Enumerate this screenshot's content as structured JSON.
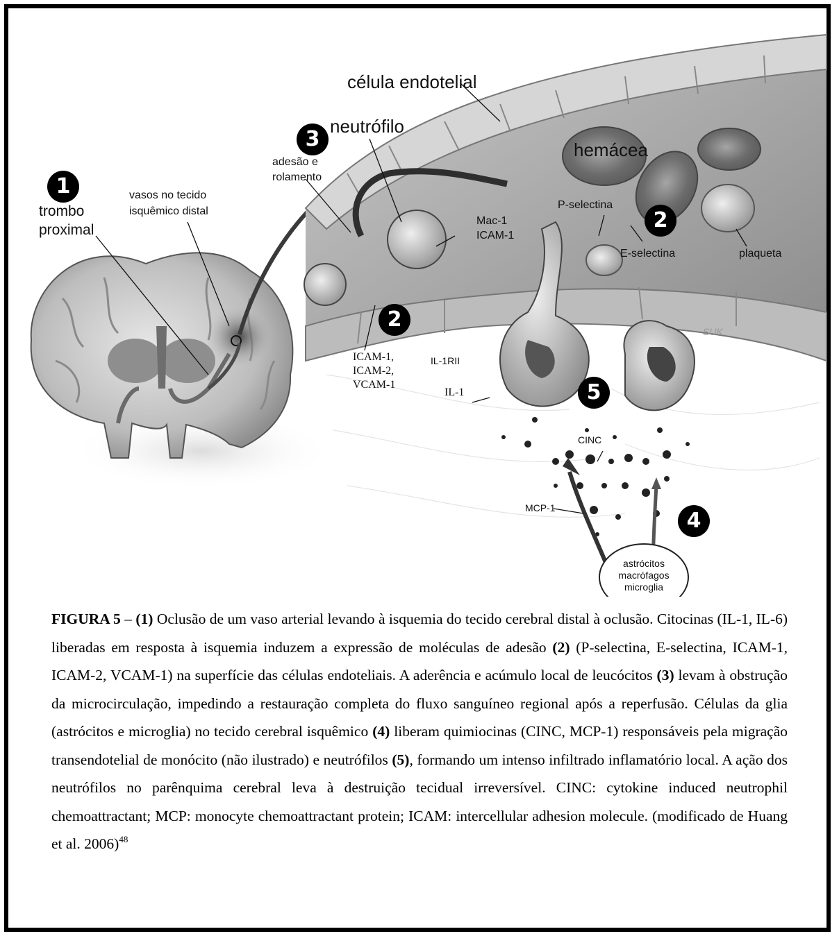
{
  "figure": {
    "labels": {
      "celula_endotelial": "célula endotelial",
      "neutrofilo": "neutrófilo",
      "hemacea": "hemácea",
      "adesao_rolamento_1": "adesão e",
      "adesao_rolamento_2": "rolamento",
      "trombo_1": "trombo",
      "trombo_2": "proximal",
      "vasos_1": "vasos no tecido",
      "vasos_2": "isquêmico distal",
      "mac1": "Mac-1",
      "icam1_top": "ICAM-1",
      "p_selectina": "P-selectina",
      "e_selectina": "E-selectina",
      "plaqueta": "plaqueta",
      "icam_list_1": "ICAM-1,",
      "icam_list_2": "ICAM-2,",
      "icam_list_3": "VCAM-1",
      "il1rii": "IL-1RII",
      "il1": "IL-1",
      "cinc": "CINC",
      "mcp1": "MCP-1",
      "astrocitos": "astrócitos",
      "macrofagos": "macrófagos",
      "microglia": "microglia",
      "signature": "SUK"
    },
    "markers": {
      "one": "1",
      "two": "2",
      "three": "3",
      "four": "4",
      "five": "5"
    }
  },
  "caption": {
    "fig_label": "FIGURA 5",
    "dash": " – ",
    "m1": "(1)",
    "t1": " Oclusão de um vaso arterial levando à isquemia do tecido cerebral distal à oclusão. Citocinas (IL-1, IL-6) liberadas em resposta à isquemia induzem a expressão de moléculas de adesão ",
    "m2": "(2)",
    "t2": " (P-selectina, E-selectina, ICAM-1, ICAM-2, VCAM-1) na superfície das células endoteliais. A aderência e acúmulo local de leucócitos ",
    "m3": "(3)",
    "t3": " levam à obstrução da microcirculação, impedindo a restauração completa do fluxo sanguíneo regional após a reperfusão. Células da glia (astrócitos e microglia) no tecido cerebral isquêmico ",
    "m4": "(4)",
    "t4": " liberam quimiocinas (CINC, MCP-1) responsáveis pela migração transendotelial de monócito (não ilustrado) e neutrófilos ",
    "m5": "(5)",
    "t5": ", formando um intenso infiltrado inflamatório local. A ação dos neutrófilos no parênquima cerebral leva à destruição tecidual irreversível. CINC: cytokine induced neutrophil chemoattractant; MCP: monocyte chemoattractant protein; ICAM: intercellular adhesion molecule. (modificado de Huang et al. 2006)",
    "ref": "48"
  }
}
